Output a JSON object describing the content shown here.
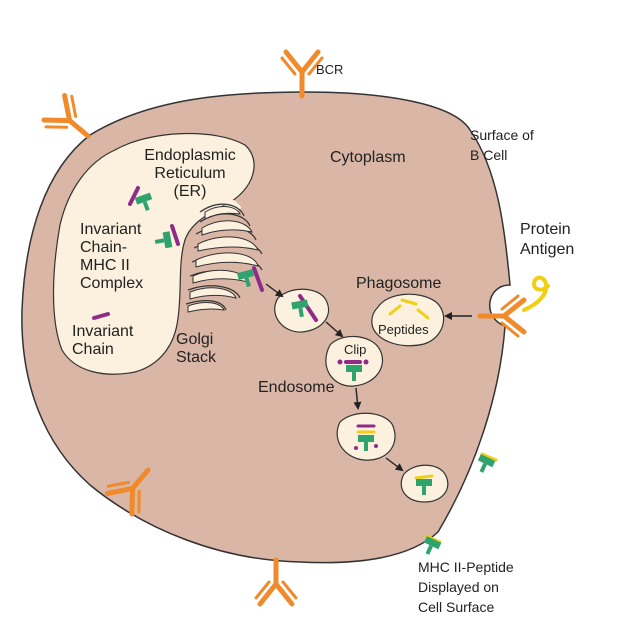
{
  "labels": {
    "bcr": "BCR",
    "surface_line1": "Surface of",
    "surface_line2": "B Cell",
    "cytoplasm": "Cytoplasm",
    "er_line1": "Endoplasmic",
    "er_line2": "Reticulum",
    "er_line3": "(ER)",
    "complex_line1": "Invariant",
    "complex_line2": "Chain-",
    "complex_line3": "MHC II",
    "complex_line4": "Complex",
    "invariant_line1": "Invariant",
    "invariant_line2": "Chain",
    "golgi_line1": "Golgi",
    "golgi_line2": "Stack",
    "protein_line1": "Protein",
    "protein_line2": "Antigen",
    "phagosome": "Phagosome",
    "peptides": "Peptides",
    "clip": "Clip",
    "endosome": "Endosome",
    "display_line1": "MHC II-Peptide",
    "display_line2": "Displayed on",
    "display_line3": "Cell Surface"
  },
  "colors": {
    "cell_fill": "#d9b6a6",
    "cell_stroke": "#333333",
    "organelle_fill": "#fbf1de",
    "bcr_orange": "#f18a2b",
    "mhc_green": "#2fa36d",
    "invariant_purple": "#8e2a88",
    "peptide_yellow": "#f0cf16"
  },
  "icons": {
    "bcr": "antibody-y-icon",
    "mhc": "mhc-ii-molecule-icon",
    "arrow": "arrow-icon"
  }
}
